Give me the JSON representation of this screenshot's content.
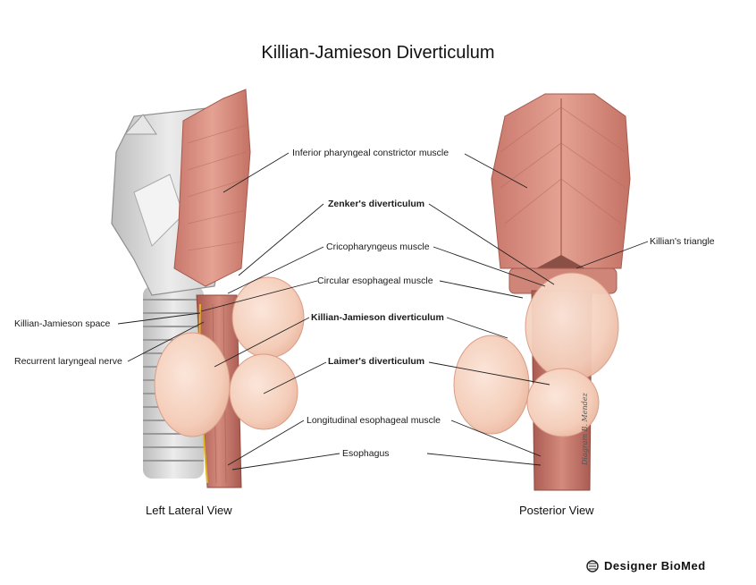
{
  "title": "Killian-Jamieson Diverticulum",
  "labels": {
    "inferior_constrictor": "Inferior pharyngeal constrictor muscle",
    "zenker": "Zenker's diverticulum",
    "cricopharyngeus": "Cricopharyngeus muscle",
    "circular_esophageal": "Circular esophageal muscle",
    "killian_jamieson_diverticulum": "Killian-Jamieson diverticulum",
    "laimer": "Laimer's diverticulum",
    "longitudinal_esophageal": "Longitudinal esophageal muscle",
    "esophagus": "Esophagus",
    "killian_jamieson_space": "Killian-Jamieson space",
    "recurrent_laryngeal_nerve": "Recurrent laryngeal nerve",
    "killians_triangle": "Killian's triangle"
  },
  "views": {
    "left": "Left Lateral View",
    "right": "Posterior View"
  },
  "brand": "Designer BioMed",
  "signature": "Diagram   B. Mendez",
  "colors": {
    "muscle": "#d98d80",
    "muscle_dark": "#b8695e",
    "diverticulum": "#f6d2c1",
    "cartilage": "#dcdcdc",
    "nerve": "#e0b820",
    "esophagus": "#b86a5e"
  }
}
